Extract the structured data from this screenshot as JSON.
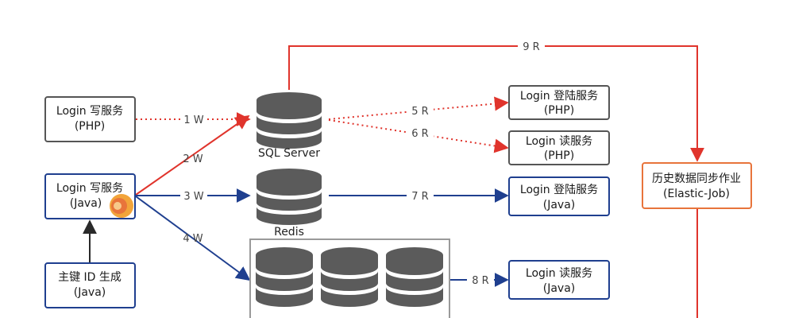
{
  "colors": {
    "red": "#e0342c",
    "blue": "#1f3f8f",
    "gray_border": "#555555",
    "orange": "#e8743b",
    "db_fill": "#5b5b5b"
  },
  "nodes": {
    "login_write_php": {
      "line1": "Login 写服务",
      "line2": "(PHP)"
    },
    "login_write_java": {
      "line1": "Login 写服务",
      "line2": "(Java)"
    },
    "id_gen": {
      "line1": "主键 ID 生成",
      "line2": "(Java)"
    },
    "login_land_php": {
      "line1": "Login 登陆服务",
      "line2": "(PHP)"
    },
    "login_read_php": {
      "line1": "Login 读服务",
      "line2": "(PHP)"
    },
    "login_land_java": {
      "line1": "Login 登陆服务",
      "line2": "(Java)"
    },
    "login_read_java": {
      "line1": "Login 读服务",
      "line2": "(Java)"
    },
    "history_job": {
      "line1": "历史数据同步作业",
      "line2": "(Elastic-Job)"
    }
  },
  "databases": {
    "sql_server": "SQL Server",
    "redis": "Redis"
  },
  "edges": {
    "e1": "1 W",
    "e2": "2 W",
    "e3": "3 W",
    "e4": "4 W",
    "e5": "5 R",
    "e6": "6 R",
    "e7": "7 R",
    "e8": "8 R",
    "e9": "9 R"
  }
}
